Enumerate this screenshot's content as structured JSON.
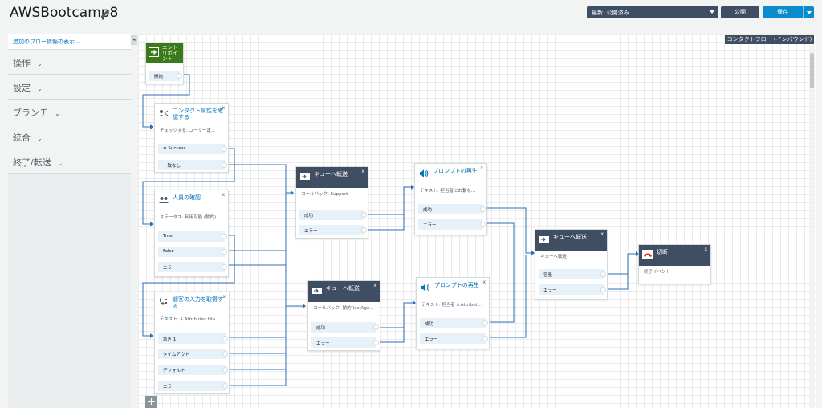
{
  "header": {
    "title": "AWSBootcamp8",
    "version_select": "最新: 公開済み",
    "publish_label": "公開",
    "save_label": "保存"
  },
  "sidebar": {
    "top_link": "追加のフロー情報の表示",
    "items": [
      {
        "label": "操作"
      },
      {
        "label": "設定"
      },
      {
        "label": "ブランチ"
      },
      {
        "label": "統合"
      },
      {
        "label": "終了/転送"
      }
    ]
  },
  "canvas": {
    "flow_type": "コンタクトフロー (インバウンド)"
  },
  "blocks": {
    "entry": {
      "title": "エントリポイント",
      "branch": "開始"
    },
    "check_attr": {
      "title": "コンタクト属性を確認する",
      "desc": "チェックする: ユーザー定...",
      "branches": [
        "= Success",
        "一致なし"
      ]
    },
    "staffing": {
      "title": "人員の確認",
      "desc": "ステータス: 利用可能 (動的)...",
      "branches": [
        "True",
        "False",
        "エラー"
      ]
    },
    "get_input": {
      "title": "顧客の入力を取得する",
      "desc": "テキスト: $.Attributes.fNa...",
      "branches": [
        "急ぎ 1",
        "タイムアウト",
        "デフォルト",
        "エラー"
      ]
    },
    "queue1": {
      "title": "キューへ転送",
      "desc": "コールバック: Support",
      "branches": [
        "成功",
        "エラー"
      ]
    },
    "queue2": {
      "title": "キューへ転送",
      "desc": "コールバック: 動的(lastAge...",
      "branches": [
        "成功",
        "エラー"
      ]
    },
    "prompt1": {
      "title": "プロンプトの再生",
      "desc": "テキスト: 担当者にお繋な...",
      "branches": [
        "成功",
        "エラー"
      ]
    },
    "prompt2": {
      "title": "プロンプトの再生",
      "desc": "テキスト: 担当者 $.Attribut...",
      "branches": [
        "成功",
        "エラー"
      ]
    },
    "queue3": {
      "title": "キューへ転送",
      "desc": "キューへ転送",
      "branches": [
        "容量",
        "エラー"
      ]
    },
    "disconnect": {
      "title": "切断",
      "desc": "終了イベント"
    }
  },
  "colors": {
    "accent": "#0073bb",
    "dark_header": "#3f4e63",
    "save_button": "#0a8bcc",
    "entry_green": "#3b7a1a",
    "branch_bg": "#e6f1fa",
    "wire": "#2e6db4"
  },
  "icons": {
    "edit": "pencil-icon",
    "entry": "arrow-right-box-icon",
    "check_attr": "user-branch-icon",
    "staffing": "people-icon",
    "get_input": "phone-input-icon",
    "queue": "queue-transfer-icon",
    "prompt": "speaker-icon",
    "disconnect": "phone-hangup-icon",
    "add": "plus-icon"
  }
}
